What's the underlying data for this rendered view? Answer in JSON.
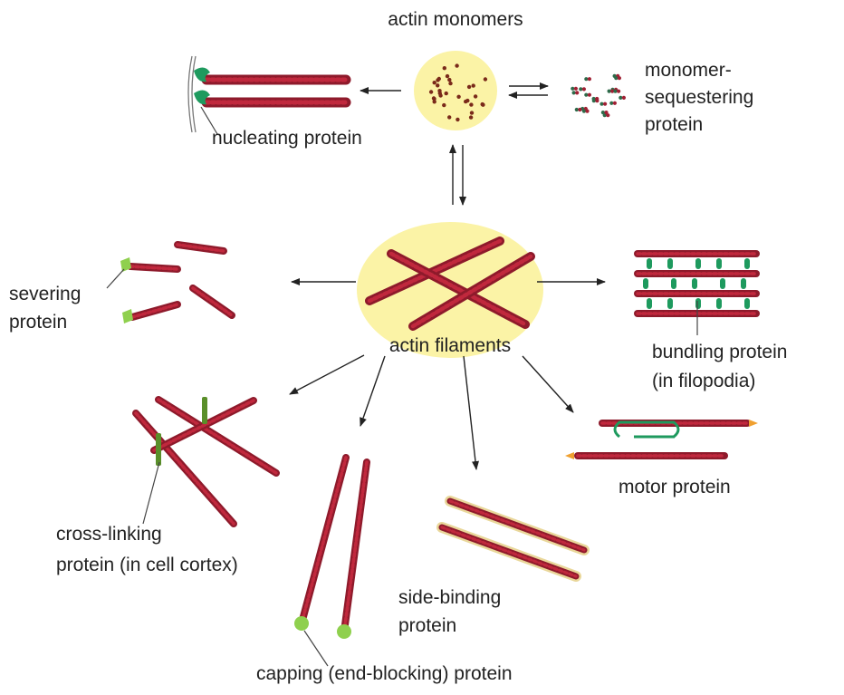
{
  "labels": {
    "actin_monomers": "actin monomers",
    "monomer_sequestering": [
      "monomer-",
      "sequestering",
      "protein"
    ],
    "nucleating": "nucleating protein",
    "severing": [
      "severing",
      "protein"
    ],
    "actin_filaments": "actin filaments",
    "bundling": [
      "bundling protein",
      "(in filopodia)"
    ],
    "motor": "motor protein",
    "cross_linking": [
      "cross-linking",
      "protein (in cell cortex)"
    ],
    "side_binding": [
      "side-binding",
      "protein"
    ],
    "capping": "capping (end-blocking) protein"
  },
  "colors": {
    "filament": "#8e1a2b",
    "filament_bead": "#c0283d",
    "bubble": "#fbf3a6",
    "protein_green": "#1e9a5e",
    "capping_green": "#8fd04e",
    "motor_tip": "#f0a030",
    "side_binding_coat": "#e9d79a",
    "arrow": "#222222"
  }
}
